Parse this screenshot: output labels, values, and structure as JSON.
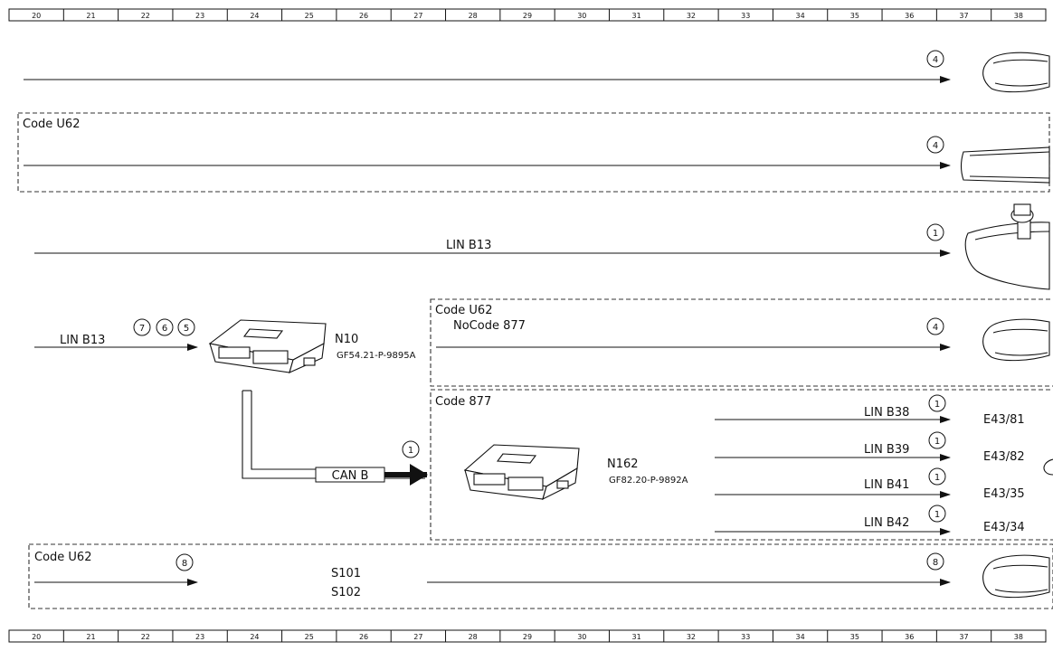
{
  "ruler": {
    "columns": [
      "20",
      "21",
      "22",
      "23",
      "24",
      "25",
      "26",
      "27",
      "28",
      "29",
      "30",
      "31",
      "32",
      "33",
      "34",
      "35",
      "36",
      "37",
      "38"
    ]
  },
  "boxes": {
    "code_u62_top": "Code U62",
    "code_u62_mid": "Code U62",
    "no_code_877": "NoCode 877",
    "code_877": "Code 877",
    "code_u62_bottom": "Code U62"
  },
  "wires": {
    "lin_b13_upper": "LIN B13",
    "lin_b13_input": "LIN B13",
    "can_b": "CAN B",
    "lin_b38": "LIN B38",
    "lin_b39": "LIN B39",
    "lin_b41": "LIN B41",
    "lin_b42": "LIN B42"
  },
  "components": {
    "n10": {
      "name": "N10",
      "ref": "GF54.21-P-9895A"
    },
    "n162": {
      "name": "N162",
      "ref": "GF82.20-P-9892A"
    },
    "e43_81": "E43/81",
    "e43_82": "E43/82",
    "e43_35": "E43/35",
    "e43_34": "E43/34",
    "s101": "S101",
    "s102": "S102"
  },
  "callouts": {
    "row1": "4",
    "row2": "4",
    "row3": "1",
    "n10_a": "7",
    "n10_b": "6",
    "n10_c": "5",
    "row4": "4",
    "can_b": "1",
    "lin_b38": "1",
    "lin_b39": "1",
    "lin_b41": "1",
    "lin_b42": "1",
    "bottom_left": "8",
    "bottom_right": "8"
  },
  "icons": [
    "lamp-icon",
    "light-bar-icon",
    "rear-view-mirror-icon",
    "control-unit-icon",
    "arrow-icon"
  ]
}
